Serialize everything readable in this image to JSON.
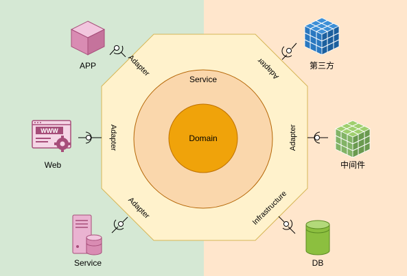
{
  "colors": {
    "left_bg": "#d5e8d4",
    "right_bg": "#ffe6cc",
    "octagon_fill": "#fff2cc",
    "octagon_stroke": "#d6b656",
    "service_ring_fill": "#fad7ac",
    "service_ring_stroke": "#b46504",
    "domain_fill": "#f0a30a",
    "domain_stroke": "#bd7000",
    "pink_icon": "#e6a0c4",
    "pink_icon_dark": "#a64d79",
    "blue_icon": "#1b6fbd",
    "green_icon": "#82b366",
    "db_green": "#8cbf3f"
  },
  "layers": {
    "domain_label": "Domain",
    "service_label": "Service"
  },
  "adapters": {
    "top_left": "Adapter",
    "top_right": "Adapter",
    "left": "Adapter",
    "right": "Adapter",
    "bottom_left": "Adapter",
    "bottom_right": "Infrastructure"
  },
  "clients": {
    "app": {
      "label": "APP",
      "icon": "cube-icon"
    },
    "web": {
      "label": "Web",
      "icon": "web-settings-icon",
      "badge": "WWW"
    },
    "service": {
      "label": "Service",
      "icon": "server-database-icon"
    },
    "third_party": {
      "label": "第三方",
      "icon": "cube-grid-icon"
    },
    "middleware": {
      "label": "中间件",
      "icon": "cube-grid-icon"
    },
    "db": {
      "label": "DB",
      "icon": "database-cylinder-icon"
    }
  }
}
